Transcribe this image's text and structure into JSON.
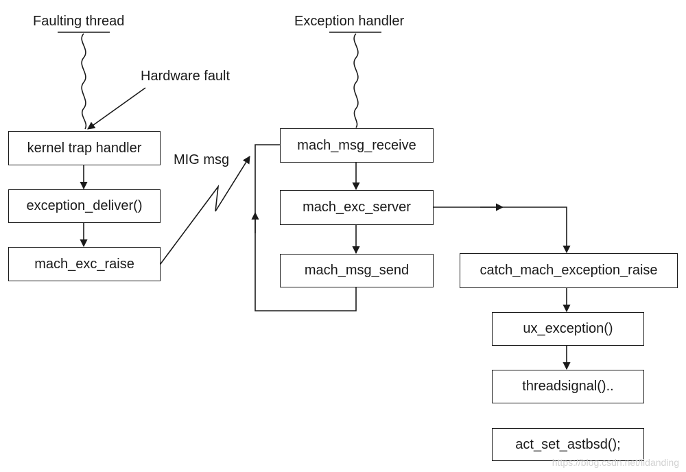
{
  "threads": {
    "faulting": "Faulting thread",
    "handler": "Exception handler"
  },
  "labels": {
    "hardware_fault": "Hardware fault",
    "mig_msg": "MIG msg"
  },
  "boxes": {
    "kernel_trap_handler": "kernel trap handler",
    "exception_deliver": "exception_deliver()",
    "mach_exc_raise": "mach_exc_raise",
    "mach_msg_receive": "mach_msg_receive",
    "mach_exc_server": "mach_exc_server",
    "mach_msg_send": "mach_msg_send",
    "catch_mach_exception_raise": "catch_mach_exception_raise",
    "ux_exception": "ux_exception()",
    "threadsignal": "threadsignal()..",
    "act_set_astbsd": "act_set_astbsd();"
  },
  "watermark": "https://blog.csdn.net/lidanding",
  "colors": {
    "line": "#1a1a1a",
    "watermark": "#d2d2d2"
  }
}
